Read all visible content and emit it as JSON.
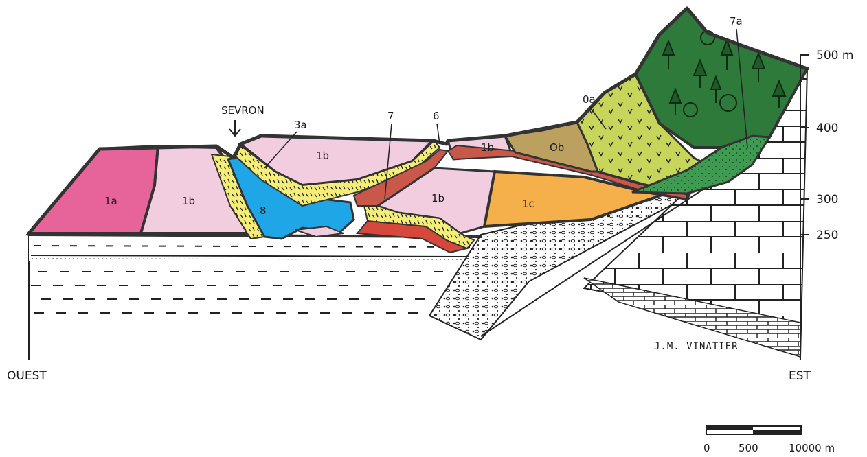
{
  "labels": {
    "west": "OUEST",
    "east": "EST",
    "river": "SEVRON",
    "author": "J.M. VINATIER",
    "units": {
      "u1a": "1a",
      "u1b_left": "1b",
      "u1b_top": "1b",
      "u1b_mid": "1b",
      "u1b_right": "1b",
      "u1c": "1c",
      "u8": "8",
      "u3a": "3a",
      "u7": "7",
      "u6": "6",
      "u0a": "0a",
      "u0b": "Ob",
      "u7a": "7a"
    }
  },
  "elevation_scale": {
    "ticks": [
      "500 m",
      "400",
      "300",
      "250"
    ]
  },
  "scale_bar": {
    "labels": [
      "0",
      "500",
      "10000 m"
    ]
  },
  "colors": {
    "unit_1a": "#e6649a",
    "unit_1b": "#f2cde0",
    "unit_1c": "#f5b04c",
    "unit_8": "#1ea6e6",
    "unit_3a": "#f4ee78",
    "unit_7": "#c9584a",
    "unit_0a": "#c7d65a",
    "unit_0b": "#bba060",
    "unit_7a_forest": "#2e7a3a",
    "unit_7a_lower": "#3f9a52"
  }
}
